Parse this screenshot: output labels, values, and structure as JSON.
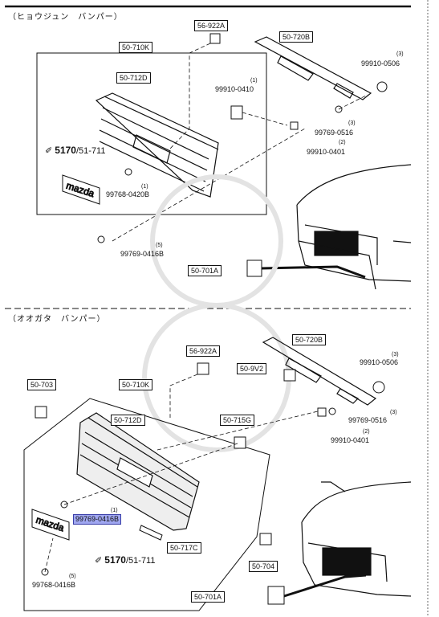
{
  "sections": [
    {
      "header": "（ヒョウジュン　バンパー）",
      "parts": {
        "p1": "56-922A",
        "p2": "50-720B",
        "p3": "50-710K",
        "p4": "50-712D",
        "p5": "50-701A"
      },
      "bolts": {
        "b1": {
          "num": "99910-0506",
          "qty": "(3)"
        },
        "b2": {
          "num": "99910-0410",
          "qty": "(1)"
        },
        "b3": {
          "num": "99769-0516",
          "qty": "(3)"
        },
        "b4": {
          "num": "99910-0401",
          "qty": "(2)"
        },
        "b5": {
          "num": "99768-0420B",
          "qty": "(1)"
        },
        "b6": {
          "num": "99769-0416B",
          "qty": "(5)"
        }
      },
      "ref": {
        "main": "5170",
        "sub": "/51-711"
      }
    },
    {
      "header": "（オオガタ　バンパー）",
      "parts": {
        "p1": "50-720B",
        "p2": "56-922A",
        "p3": "50-9V2",
        "p4": "50-703",
        "p5": "50-710K",
        "p6": "50-712D",
        "p7": "50-715G",
        "p8": "50-717C",
        "p9": "50-704",
        "p10": "50-701A"
      },
      "bolts": {
        "b1": {
          "num": "99910-0506",
          "qty": "(3)"
        },
        "b2": {
          "num": "99769-0516",
          "qty": "(3)"
        },
        "b3": {
          "num": "99910-0401",
          "qty": "(2)"
        },
        "b4": {
          "num": "99769-0416B",
          "qty": "(1)"
        },
        "b5": {
          "num": "99768-0416B",
          "qty": "(5)"
        }
      },
      "ref": {
        "main": "5170",
        "sub": "/51-711"
      }
    }
  ],
  "colors": {
    "highlight": "#9fa6f0",
    "line": "#111111"
  }
}
